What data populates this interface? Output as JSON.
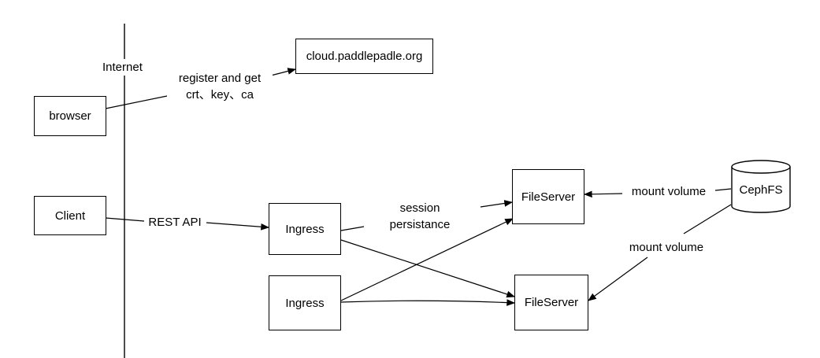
{
  "boundary_label": "Internet",
  "nodes": {
    "browser": "browser",
    "client": "Client",
    "cloud": "cloud.paddlepadle.org",
    "ingress_top": "Ingress",
    "ingress_bottom": "Ingress",
    "fileserver_top": "FileServer",
    "fileserver_bottom": "FileServer",
    "cephfs": "CephFS"
  },
  "edges": {
    "register_line1": "register and get",
    "register_line2": "crt、key、ca",
    "rest_api": "REST API",
    "session_line1": "session",
    "session_line2": "persistance",
    "mount_top": "mount volume",
    "mount_bottom": "mount volume"
  }
}
